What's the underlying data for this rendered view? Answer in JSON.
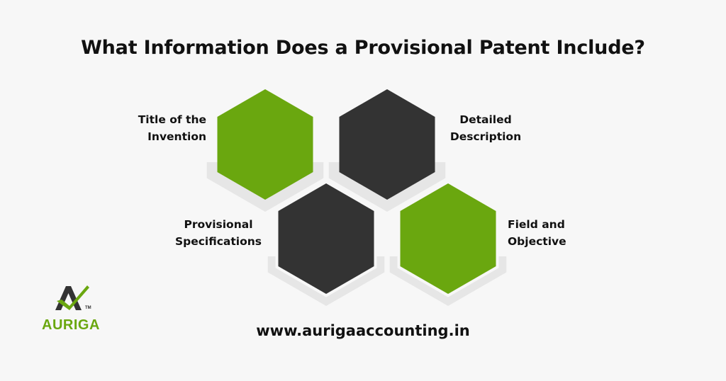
{
  "title": "What Information Does a Provisional Patent Include?",
  "colors": {
    "background": "#f7f7f7",
    "green": "#6aa70f",
    "dark": "#333333",
    "shadow": "#e6e6e6",
    "text": "#111111"
  },
  "items": [
    {
      "id": "title-of-invention",
      "lines": [
        "Title of the",
        "Invention"
      ],
      "hex_color": "green",
      "position": "top-left"
    },
    {
      "id": "detailed-description",
      "lines": [
        "Detailed",
        "Description"
      ],
      "hex_color": "dark",
      "position": "top-right"
    },
    {
      "id": "provisional-specifications",
      "lines": [
        "Provisional",
        "Specifications"
      ],
      "hex_color": "dark",
      "position": "bottom-left"
    },
    {
      "id": "field-and-objective",
      "lines": [
        "Field and",
        "Objective"
      ],
      "hex_color": "green",
      "position": "bottom-right"
    }
  ],
  "logo": {
    "name": "AURIGA",
    "trademark": "TM",
    "icon": "a-checkmark-logo-icon"
  },
  "website": "www.aurigaaccounting.in"
}
